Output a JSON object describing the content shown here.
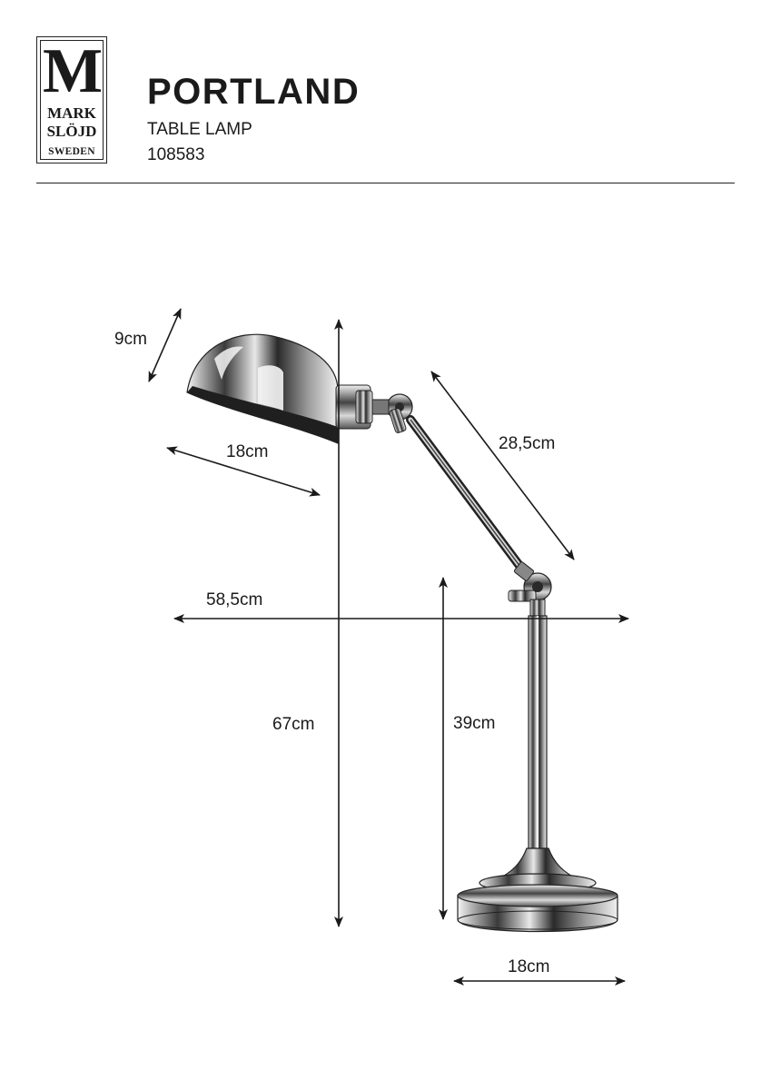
{
  "logo": {
    "letter": "M",
    "line1": "MARK",
    "line2": "SLÖJD",
    "line3": "SWEDEN"
  },
  "header": {
    "title": "PORTLAND",
    "subtitle": "TABLE LAMP",
    "code": "108583"
  },
  "dimensions": {
    "shade_height": "9cm",
    "shade_width": "18cm",
    "upper_arm": "28,5cm",
    "total_width": "58,5cm",
    "total_height": "67cm",
    "base_height": "39cm",
    "base_diameter": "18cm"
  }
}
